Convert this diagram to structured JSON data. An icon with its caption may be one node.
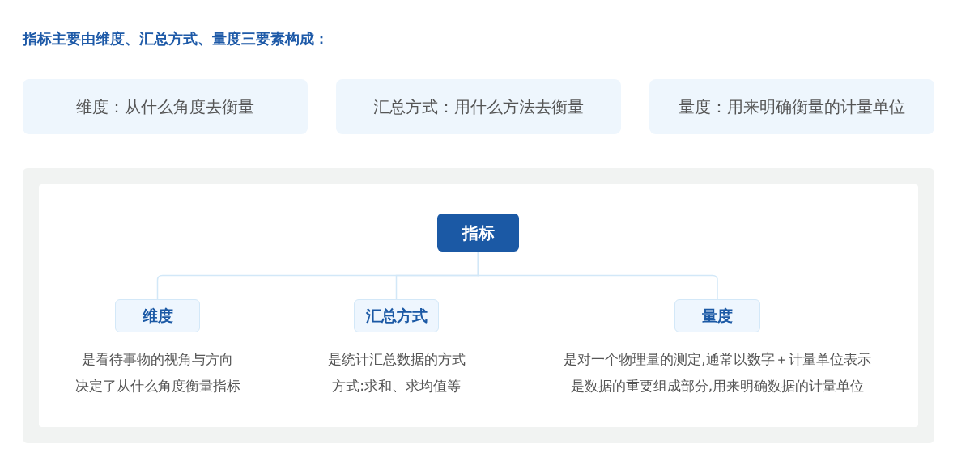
{
  "diagram": {
    "title": "指标主要由维度、汇总方式、量度三要素构成：",
    "nodes": [
      {
        "text": [
          "维度：从什么角度去衡量"
        ]
      },
      {
        "text": [
          "汇总方式：用什么方法去衡量"
        ]
      },
      {
        "text": [
          "量度：用来明确衡量的计量单位"
        ]
      },
      {
        "text": [],
        "shape": "box"
      },
      {
        "text": [
          "指标"
        ],
        "in": 3
      },
      {
        "text": [
          "维度"
        ],
        "in": 3,
        "beside": [
          "是看待事物的视角与方向",
          "决定了从什么角度衡量指标"
        ]
      },
      {
        "text": [
          "汇总方式"
        ],
        "in": 3,
        "beside": [
          "是统计汇总数据的方式",
          "方式:求和、求均值等"
        ]
      },
      {
        "text": [
          "量度"
        ],
        "in": 3,
        "beside": [
          "是对一个物理量的测定,通常以数字＋计量单位表示",
          "是数据的重要组成部分,用来明确数据的计量单位"
        ]
      }
    ],
    "edges": [
      {
        "from": 4,
        "to": 5,
        "arrow": "none"
      },
      {
        "from": 4,
        "to": 6,
        "arrow": "none"
      },
      {
        "from": 4,
        "to": 7,
        "arrow": "none"
      }
    ]
  }
}
